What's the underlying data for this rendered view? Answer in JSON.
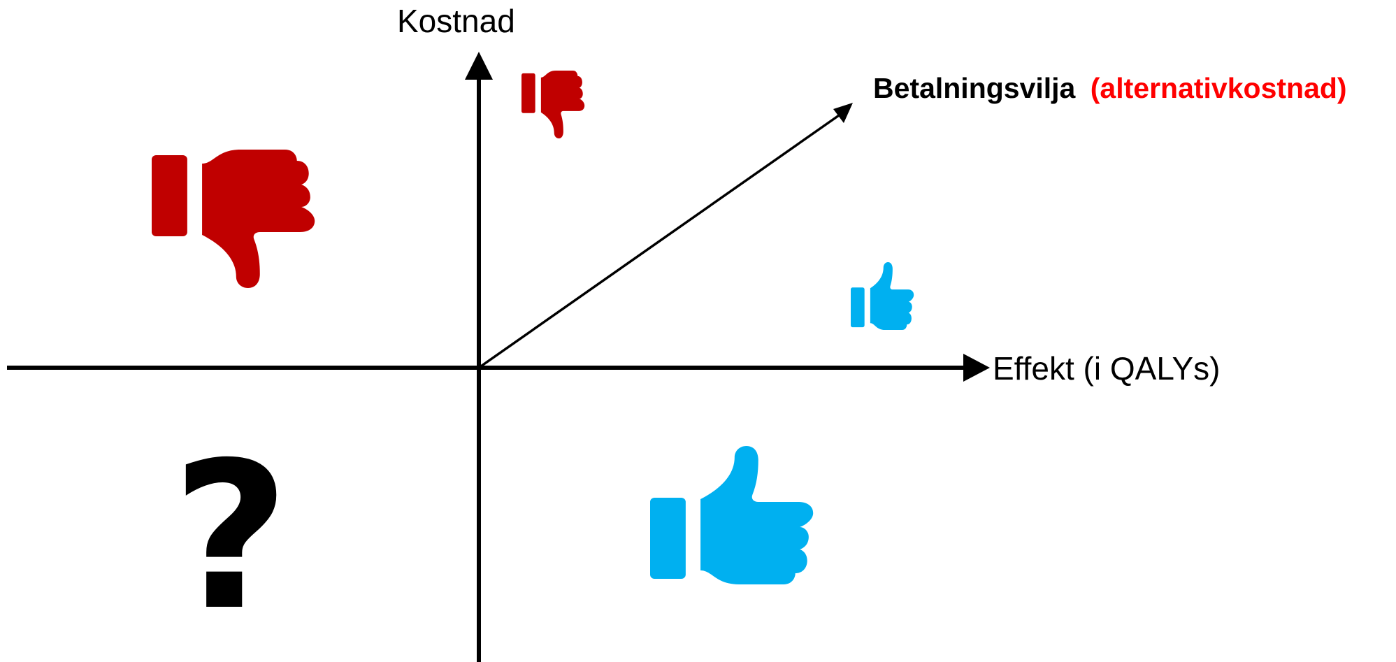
{
  "axes": {
    "y_label": "Kostnad",
    "x_label": "Effekt (i QALYs)"
  },
  "wtp_line": {
    "label_main": "Betalningsvilja",
    "label_paren": "(alternativkostnad)"
  },
  "quadrant_icons": [
    {
      "name": "thumbs-down-icon-large",
      "color": "#C00000",
      "quadrant": "upper-left"
    },
    {
      "name": "thumbs-down-icon-small",
      "color": "#C00000",
      "quadrant": "upper-right-above-line"
    },
    {
      "name": "thumbs-up-icon-small",
      "color": "#00B0F0",
      "quadrant": "upper-right-below-line"
    },
    {
      "name": "thumbs-up-icon-large",
      "color": "#00B0F0",
      "quadrant": "lower-right"
    },
    {
      "name": "question-mark-icon",
      "color": "#000000",
      "quadrant": "lower-left",
      "text": "?"
    }
  ],
  "colors": {
    "negative": "#C00000",
    "positive": "#00B0F0",
    "highlight_text": "#FF0000",
    "axis": "#000000"
  }
}
